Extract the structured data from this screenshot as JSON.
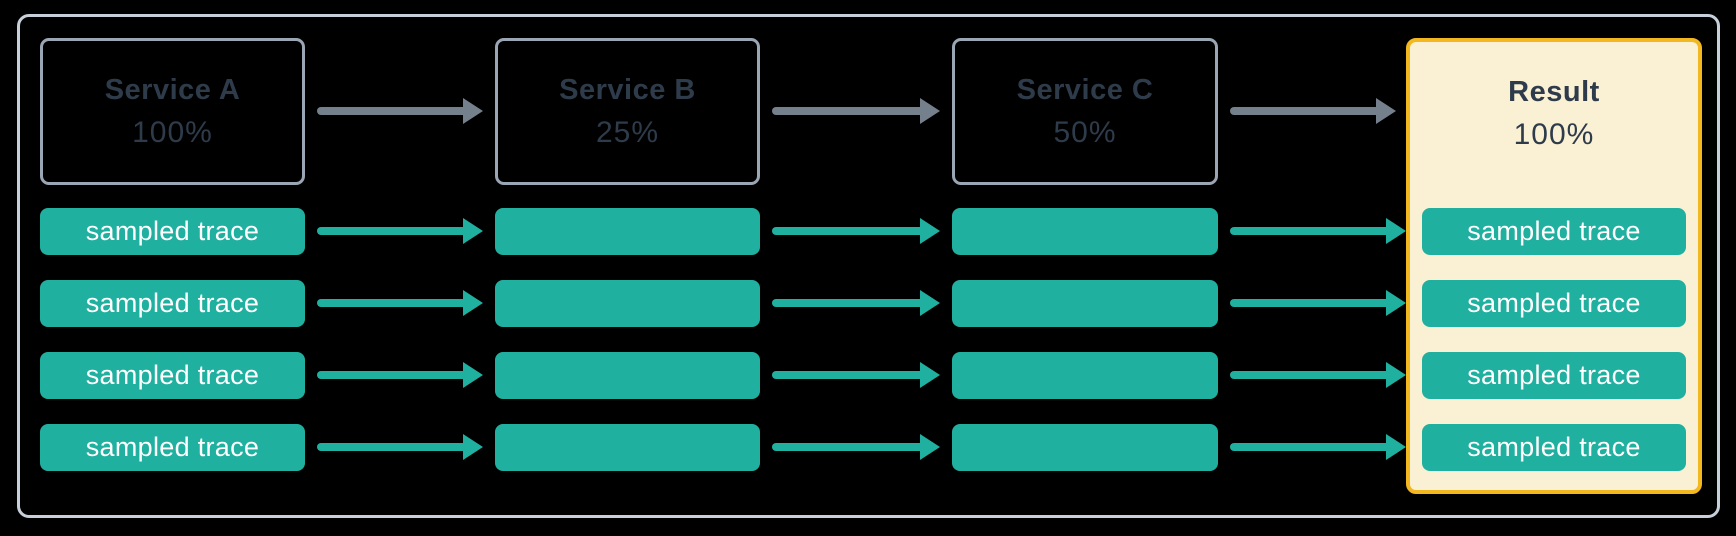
{
  "diagram": {
    "description": "Trace sampling flow across services",
    "flow_order": [
      "Service A",
      "Service B",
      "Service C",
      "Result"
    ]
  },
  "colors": {
    "background": "#000000",
    "frame_border": "#c7d0da",
    "service_border": "#9aa6b4",
    "node_text": "#2e3b4a",
    "trace_fill": "#1fb0a0",
    "trace_text": "#ffffff",
    "arrow_service": "#75808d",
    "result_fill": "#faf1d4",
    "result_border": "#f3b71f"
  },
  "nodes": [
    {
      "id": "service-a",
      "title": "Service A",
      "rate": "100%",
      "traces": [
        "sampled trace",
        "sampled trace",
        "sampled trace",
        "sampled trace"
      ]
    },
    {
      "id": "service-b",
      "title": "Service B",
      "rate": "25%",
      "traces": [
        "",
        "",
        "",
        ""
      ]
    },
    {
      "id": "service-c",
      "title": "Service C",
      "rate": "50%",
      "traces": [
        "",
        "",
        "",
        ""
      ]
    },
    {
      "id": "result",
      "title": "Result",
      "rate": "100%",
      "highlighted": true,
      "traces": [
        "sampled trace",
        "sampled trace",
        "sampled trace",
        "sampled trace"
      ]
    }
  ]
}
